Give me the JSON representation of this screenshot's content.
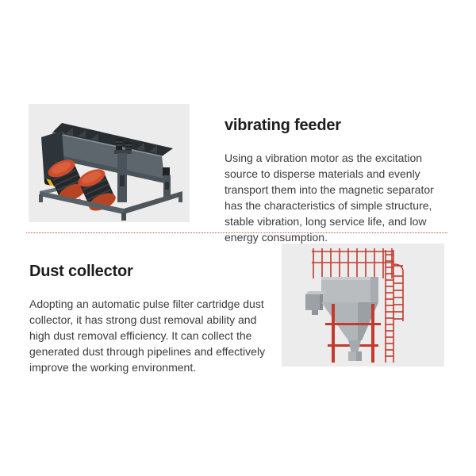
{
  "page": {
    "background": "#ffffff"
  },
  "colors": {
    "divider_red": "#cf4b52",
    "image_background": "#ececec",
    "title_text": "#1d1d1d",
    "body_text": "#3b3b3b",
    "feeder_body_gray": "#5d666d",
    "feeder_dark_gray": "#2e353a",
    "motor_orange": "#cf4c2b",
    "hazard_yellow": "#e9b41f",
    "collector_body_gray": "#b9bdc0",
    "collector_frame_red": "#c23b2e"
  },
  "sections": [
    {
      "id": "vibrating-feeder",
      "title": "vibrating feeder",
      "description": "Using a vibration motor as the excitation source to disperse materials and evenly transport them into the magnetic separator has the characteristics of simple structure, stable vibration, long service life, and low energy consumption.",
      "image": "vibrating-feeder-photo"
    },
    {
      "id": "dust-collector",
      "title": "Dust collector",
      "description": "Adopting an automatic pulse filter cartridge dust collector, it has strong dust removal ability and high dust removal efficiency. It can collect the generated dust through pipelines and effectively improve the working environment.",
      "image": "dust-collector-photo"
    }
  ]
}
